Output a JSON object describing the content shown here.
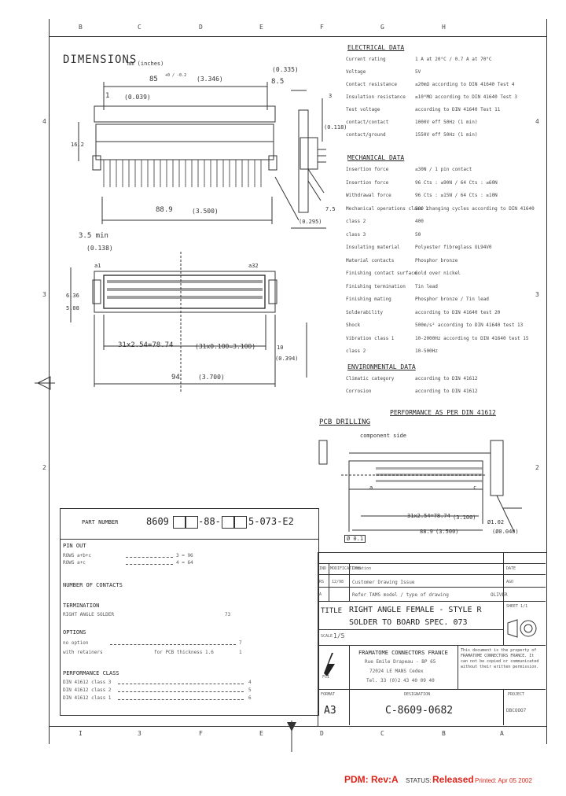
{
  "border": {
    "top_letters": [
      "B",
      "C",
      "D",
      "E",
      "F",
      "G",
      "H"
    ],
    "bottom_letters": [
      "I",
      "3",
      "F",
      "E",
      "D",
      "C",
      "B",
      "A"
    ],
    "left_numbers": [
      "4",
      "3",
      "2"
    ],
    "right_numbers": [
      "4",
      "3",
      "2"
    ]
  },
  "dimensions": {
    "title": "DIMENSIONS",
    "unit_note": "mm (inches)",
    "d_top": "85",
    "d_top_tol": "+0 / -0.2",
    "d_top_in": "(3.346)",
    "d_left": "1",
    "d_left_in": "(0.039)",
    "d_right_top": "8.5",
    "d_right_in": "(0.335)",
    "d_overall": "88.9",
    "d_overall_in": "(3.500)",
    "d_pin_dist": "31x2.54=78.74",
    "d_pin_dist_in": "(31x0.100=3.100)",
    "d_body": "94",
    "d_body_in": "(3.700)",
    "d_side": "3.5 min",
    "d_side_in": "(0.138)",
    "d_right_v": "3",
    "d_right_v_in": "(0.118)",
    "d_foot": "7.5",
    "d_foot_in": "(0.295)",
    "d_vert": "10",
    "d_vert_in": "(0.394)",
    "d_height": "16.2",
    "d_row": "6.36",
    "d_pin": "5.08",
    "pin_a1": "a1",
    "pin_a32": "a32"
  },
  "electrical": {
    "heading": "ELECTRICAL DATA",
    "rows": [
      {
        "k": "Current rating",
        "v": "1 A at 20°C / 0.7 A at 70°C"
      },
      {
        "k": "Voltage",
        "v": "5V"
      },
      {
        "k": "Contact resistance",
        "v": "≤20mΩ according to DIN 41640 Test 4"
      },
      {
        "k": "Insulation resistance",
        "v": "≥10⁶MΩ according to DIN 41640 Test 3"
      },
      {
        "k": "Test voltage",
        "v": "according to DIN 41640 Test 11"
      },
      {
        "k": "contact/contact",
        "v": "1000V eff 50Hz (1 min)"
      },
      {
        "k": "contact/ground",
        "v": "1550V eff 50Hz (1 min)"
      }
    ]
  },
  "mechanical": {
    "heading": "MECHANICAL DATA",
    "rows": [
      {
        "k": "Insertion force",
        "v": "≤30N / 1 pin contact"
      },
      {
        "k": "Insertion force",
        "v": "96 Cts : ≤90N / 64 Cts : ≤60N"
      },
      {
        "k": "Withdrawal force",
        "v": "96 Cts : ≥15N / 64 Cts : ≥10N"
      },
      {
        "k": "Mechanical operations  class 1",
        "v": "500 changing cycles according to DIN 41640"
      },
      {
        "k": "class 2",
        "v": "400"
      },
      {
        "k": "class 3",
        "v": "50"
      },
      {
        "k": "Insulating material",
        "v": "Polyester fibreglass UL94V0"
      },
      {
        "k": "Material contacts",
        "v": "Phosphor bronze"
      },
      {
        "k": "Finishing contact surface",
        "v": "Gold over nickel"
      },
      {
        "k": "Finishing termination",
        "v": "Tin lead"
      },
      {
        "k": "Finishing mating",
        "v": "Phosphor bronze / Tin lead"
      },
      {
        "k": "Solderability",
        "v": "according to DIN 41640 test 20"
      },
      {
        "k": "Shock",
        "v": "500m/s² according to DIN 41640 test 13"
      },
      {
        "k": "Vibration  class 1",
        "v": "10-2000Hz according to DIN 41640 test 15"
      },
      {
        "k": "class 2",
        "v": "10-500Hz"
      }
    ]
  },
  "environmental": {
    "heading": "ENVIRONMENTAL DATA",
    "rows": [
      {
        "k": "Climatic category",
        "v": "according to DIN 41612"
      },
      {
        "k": "Corrosion",
        "v": "according to DIN 41612"
      }
    ]
  },
  "performance_banner": "PERFORMANCE AS PER DIN 41612",
  "pcb": {
    "heading": "PCB DRILLING",
    "component_side": "component side",
    "dim1": "31x2.54=78.74",
    "dim1_in": "(3.100)",
    "dim2": "88.9",
    "dim2_in": "(3.500)",
    "hole": "Ø1.02",
    "hole_in": "(Ø0.040)",
    "tol": "Ø 0.1",
    "label_a": "a",
    "label_c": "c"
  },
  "part_number": {
    "label": "PART NUMBER",
    "code": "8609",
    "seg_mid": "-88-",
    "seg_end": "5-073-E2",
    "pin_out": "PIN OUT",
    "rows_abc": "ROWS a+b+c",
    "rows_ac": "ROWS a+c",
    "code_96": "3 = 96",
    "code_64": "4 = 64",
    "num_contacts": "NUMBER OF CONTACTS",
    "termination": "TERMINATION",
    "termination_desc": "RIGHT ANGLE SOLDER",
    "termination_code": "73",
    "options": "OPTIONS",
    "opt1": "no option",
    "opt1_code": "7",
    "opt2": "with retainers",
    "opt2_note": "for PCB thickness 1.6",
    "opt2_code": "1",
    "perf_class": "PERFORMANCE CLASS",
    "pc1": "DIN 41612 class 3",
    "pc1_code": "4",
    "pc2": "DIN 41612 class 2",
    "pc2_code": "5",
    "pc3": "DIN 41612 class 1",
    "pc3_code": "6"
  },
  "title_block": {
    "rev_hdr_ind": "IND",
    "rev_hdr_modif": "MODIFICATIONS",
    "rev_hdr_date": "DATE",
    "rev_hdr_desc": "Creation",
    "rev_a": "RS",
    "rev_a_date": "12/98",
    "rev_a_desc": "Customer Drawing Issue",
    "rev_a_by": "AGO",
    "rev_b": "A",
    "rev_b_desc": "Refer TAMS model / type of drawing",
    "rev_b_by": "OLIVER",
    "title_label": "TITLE",
    "title_line1": "RIGHT ANGLE FEMALE - STYLE R",
    "title_line2": "SOLDER TO BOARD SPEC. 073",
    "sheet": "SHEET 1/1",
    "scale_label": "SCALE",
    "scale": "1/5",
    "company": "FRAMATOME CONNECTORS FRANCE",
    "addr1": "Rue Emile Drapeau - BP 65",
    "addr2": "72024 LE MANS Cedex",
    "tel": "Tel. 33 (0)2 43 40 09 40",
    "property_note": "This document is the property of FRAMATOME CONNECTORS FRANCE. It can not be copied or communicated without their written permission.",
    "format_label": "FORMAT",
    "format": "A3",
    "dwg_label": "DESIGNATION",
    "dwg_no": "C-8609-0682",
    "project_label": "PROJECT",
    "project": "DBCOOO7",
    "logo_text": "FCI"
  },
  "footer": {
    "pdm": "PDM: Rev:A",
    "status_label": "STATUS:",
    "status": "Released",
    "printed": "Printed: Apr 05 2002"
  }
}
